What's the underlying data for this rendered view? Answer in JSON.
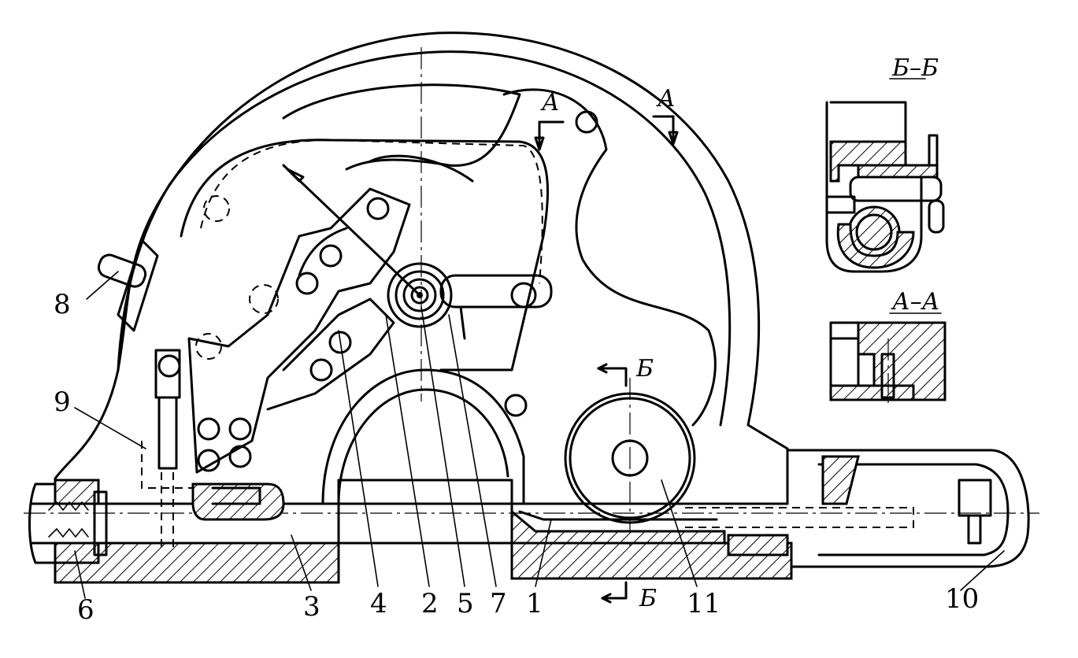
{
  "labels": {
    "l1": "1",
    "l2": "2",
    "l3": "3",
    "l4": "4",
    "l5": "5",
    "l6": "6",
    "l7": "7",
    "l8": "8",
    "l9": "9",
    "l10": "10",
    "l11": "11"
  },
  "sections": {
    "bb_title": "Б–Б",
    "aa_title": "А–А",
    "a_mark_left": "А",
    "a_mark_right": "А",
    "b_mark_top": "Б",
    "b_mark_bottom": "Б"
  }
}
